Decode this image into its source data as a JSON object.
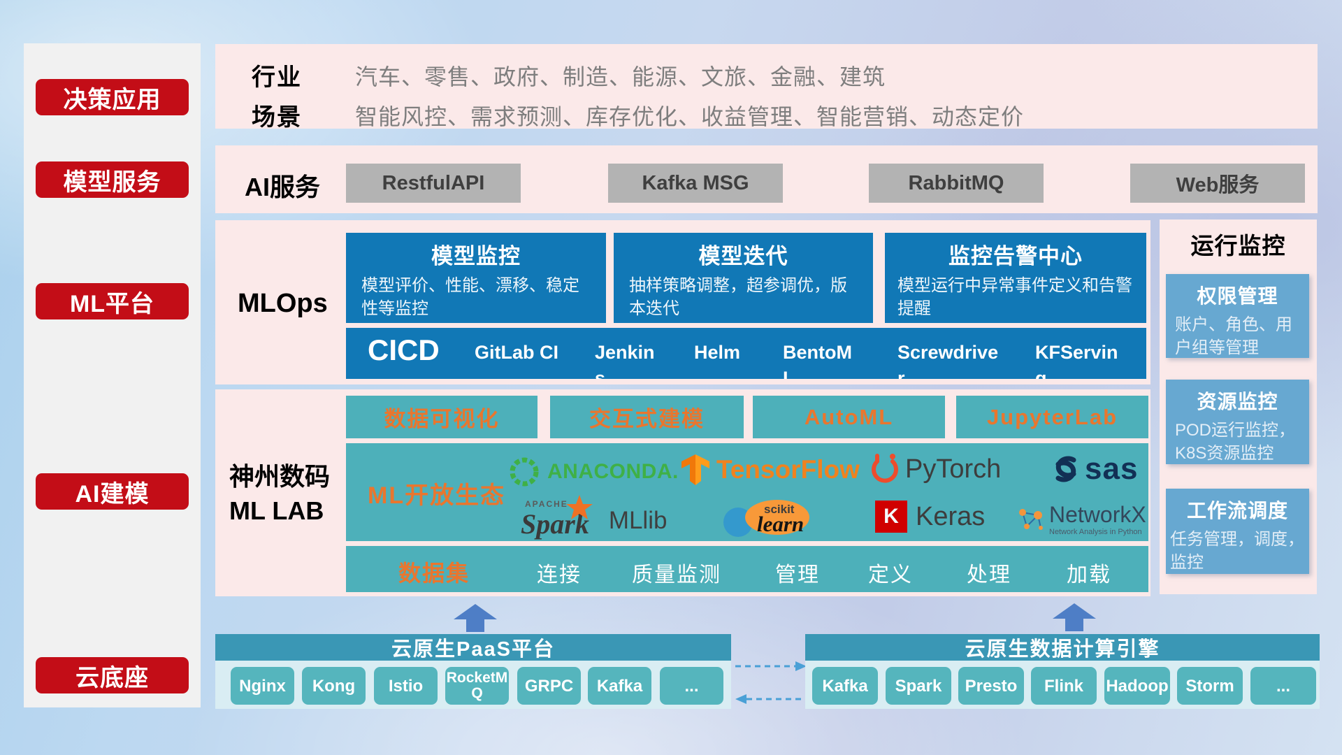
{
  "sidebar": {
    "items": [
      {
        "label": "决策应用"
      },
      {
        "label": "模型服务"
      },
      {
        "label": "ML平台"
      },
      {
        "label": "AI建模"
      },
      {
        "label": "云底座"
      }
    ]
  },
  "industry_band": {
    "rows": [
      {
        "label": "行业",
        "value": "汽车、零售、政府、制造、能源、文旅、金融、建筑"
      },
      {
        "label": "场景",
        "value": "智能风控、需求预测、库存优化、收益管理、智能营销、动态定价"
      }
    ]
  },
  "ai_service_band": {
    "label": "AI服务",
    "boxes": [
      {
        "label": "RestfulAPI"
      },
      {
        "label": "Kafka MSG"
      },
      {
        "label": "RabbitMQ"
      },
      {
        "label": "Web服务"
      }
    ]
  },
  "mlops_band": {
    "label": "MLOps",
    "cards": [
      {
        "title": "模型监控",
        "desc": "模型评价、性能、漂移、稳定性等监控"
      },
      {
        "title": "模型迭代",
        "desc": "抽样策略调整，超参调优，版本迭代"
      },
      {
        "title": "监控告警中心",
        "desc": "模型运行中异常事件定义和告警提醒"
      }
    ],
    "cicd": {
      "lead": "CICD",
      "items": [
        {
          "label": "GitLab CI"
        },
        {
          "label": "Jenkins"
        },
        {
          "label": "Helm"
        },
        {
          "label": "BentoML"
        },
        {
          "label": "Screwdriver"
        },
        {
          "label": "KFServing"
        }
      ]
    }
  },
  "mllab_band": {
    "label_line1": "神州数码",
    "label_line2": "ML LAB",
    "tools": [
      {
        "label": "数据可视化"
      },
      {
        "label": "交互式建模"
      },
      {
        "label": "AutoML"
      },
      {
        "label": "JupyterLab"
      }
    ],
    "ecosystem": {
      "label": "ML开放生态",
      "anaconda": {
        "text": "ANACONDA."
      },
      "tensorflow": {
        "text": "TensorFlow"
      },
      "pytorch": {
        "text": "PyTorch"
      },
      "sas": {
        "text": "sas"
      },
      "spark": {
        "apache": "APACHE",
        "text": "Spark",
        "suffix": "MLlib"
      },
      "sklearn": {
        "line1": "scikit",
        "line2": "learn"
      },
      "keras": {
        "k": "K",
        "text": "Keras"
      },
      "networkx": {
        "text": "NetworkX",
        "subtitle": "Network Analysis in Python"
      }
    },
    "dataset": {
      "label": "数据集",
      "items": [
        {
          "label": "连接"
        },
        {
          "label": "质量监测"
        },
        {
          "label": "管理"
        },
        {
          "label": "定义"
        },
        {
          "label": "处理"
        },
        {
          "label": "加载"
        }
      ]
    }
  },
  "monitor_panel": {
    "title": "运行监控",
    "boxes": [
      {
        "title": "权限管理",
        "desc": "账户、角色、用户组等管理"
      },
      {
        "title": "资源监控",
        "desc": "POD运行监控，K8S资源监控"
      },
      {
        "title": "工作流调度",
        "desc": "任务管理，调度，监控"
      }
    ]
  },
  "cloud_base": {
    "paas": {
      "title": "云原生PaaS平台",
      "items": [
        {
          "label": "Nginx"
        },
        {
          "label": "Kong"
        },
        {
          "label": "Istio"
        },
        {
          "label": "RocketMQ"
        },
        {
          "label": "GRPC"
        },
        {
          "label": "Kafka"
        },
        {
          "label": "..."
        }
      ]
    },
    "data_engine": {
      "title": "云原生数据计算引擎",
      "items": [
        {
          "label": "Kafka"
        },
        {
          "label": "Spark"
        },
        {
          "label": "Presto"
        },
        {
          "label": "Flink"
        },
        {
          "label": "Hadoop"
        },
        {
          "label": "Storm"
        },
        {
          "label": "..."
        }
      ]
    }
  },
  "colors": {
    "accent_red": "#c30d17",
    "band_pink": "#fbe9e9",
    "card_blue": "#1178b6",
    "panel_blue": "#67a8d1",
    "teal": "#4db0ba",
    "cloud_header": "#3a97b5",
    "cloud_item": "#55b5bd",
    "orange_text": "#e9762e"
  }
}
